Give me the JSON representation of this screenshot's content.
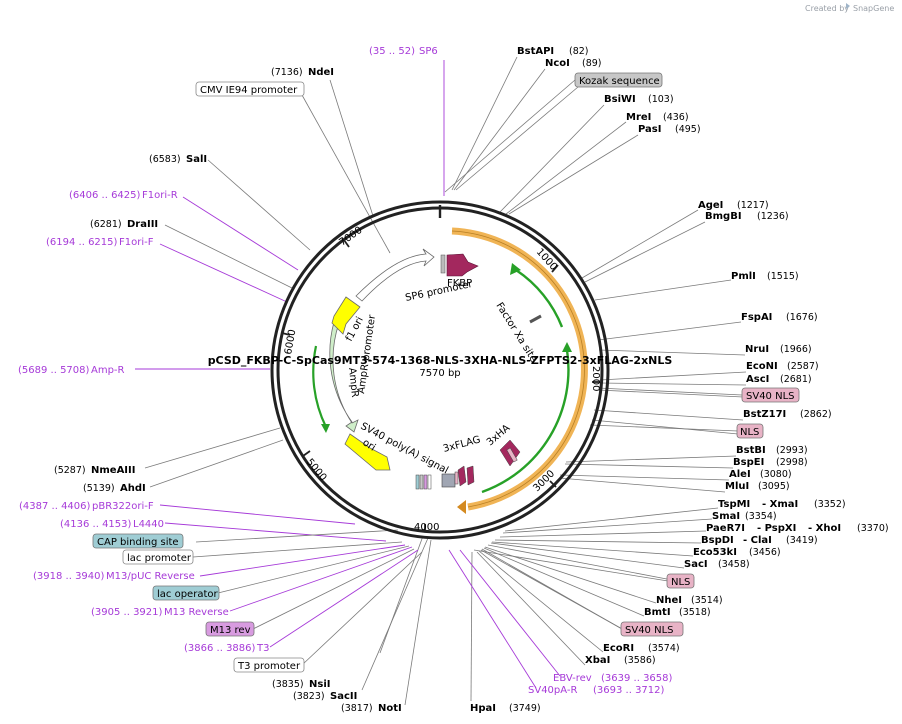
{
  "header": {
    "created_by": "Created by",
    "brand": "SnapGene"
  },
  "plasmid": {
    "name": "pCSD_FKBP-C-SpCas9MT3-574-1368-NLS-3XHA-NLS-ZFPTS2-3xFLAG-2xNLS",
    "size": "7570 bp"
  },
  "ticks": [
    "1000",
    "2000",
    "3000",
    "4000",
    "5000",
    "6000",
    "7000"
  ],
  "inner_labels": [
    "FKBP",
    "SP6 promoter",
    "Factor Xa site",
    "f1 ori",
    "AmpR promoter",
    "AmpR",
    "SV40 poly(A) signal",
    "ori",
    "3xFLAG",
    "3xHA"
  ],
  "colors": {
    "backbone": "#222222",
    "orange": "#f0b455",
    "green": "#27a127",
    "lightgreen": "#cfeec9",
    "yellow": "#ffff00",
    "fkbp": "#a3285e",
    "primer": "#a63ad8",
    "gray_box": "#c7c7c7",
    "pink_box": "#e8b3c6",
    "teal_box": "#9fcdd4",
    "purple_box": "#d89be0"
  },
  "sites": [
    {
      "name": "NdeI",
      "pos": "(7136)"
    },
    {
      "name": "SalI",
      "pos": "(6583)"
    },
    {
      "name": "DraIII",
      "pos": "(6281)"
    },
    {
      "name": "NmeAIII",
      "pos": "(5287)"
    },
    {
      "name": "AhdI",
      "pos": "(5139)"
    },
    {
      "name": "NsiI",
      "pos": "(3835)"
    },
    {
      "name": "SacII",
      "pos": "(3823)"
    },
    {
      "name": "NotI",
      "pos": "(3817)"
    },
    {
      "name": "HpaI",
      "pos": "(3749)"
    },
    {
      "name": "BstAPI",
      "pos": "(82)"
    },
    {
      "name": "NcoI",
      "pos": "(89)"
    },
    {
      "name": "BsiWI",
      "pos": "(103)"
    },
    {
      "name": "MreI",
      "pos": "(436)"
    },
    {
      "name": "PasI",
      "pos": "(495)"
    },
    {
      "name": "AgeI",
      "pos": "(1217)"
    },
    {
      "name": "BmgBI",
      "pos": "(1236)"
    },
    {
      "name": "PmlI",
      "pos": "(1515)"
    },
    {
      "name": "FspAI",
      "pos": "(1676)"
    },
    {
      "name": "NruI",
      "pos": "(1966)"
    },
    {
      "name": "EcoNI",
      "pos": "(2587)"
    },
    {
      "name": "AscI",
      "pos": "(2681)"
    },
    {
      "name": "BstZ17I",
      "pos": "(2862)"
    },
    {
      "name": "BstBI",
      "pos": "(2993)"
    },
    {
      "name": "BspEI",
      "pos": "(2998)"
    },
    {
      "name": "AleI",
      "pos": "(3080)"
    },
    {
      "name": "MluI",
      "pos": "(3095)"
    },
    {
      "name": "SmaI",
      "pos": "(3354)"
    },
    {
      "name": "Eco53kI",
      "pos": "(3456)"
    },
    {
      "name": "SacI",
      "pos": "(3458)"
    },
    {
      "name": "NheI",
      "pos": "(3514)"
    },
    {
      "name": "BmtI",
      "pos": "(3518)"
    },
    {
      "name": "EcoRI",
      "pos": "(3574)"
    },
    {
      "name": "XbaI",
      "pos": "(3586)"
    }
  ],
  "multi_sites": [
    {
      "a": "TspMI",
      "b": "- XmaI",
      "pos": "(3352)"
    },
    {
      "a": "PaeR7I",
      "b": "- PspXI",
      "c": "- XhoI",
      "pos": "(3370)"
    },
    {
      "a": "BspDI",
      "b": "- ClaI",
      "pos": "(3419)"
    }
  ],
  "primers": [
    {
      "range": "(35 .. 52)",
      "name": "SP6"
    },
    {
      "range": "(6406 .. 6425)",
      "name": "F1ori-R"
    },
    {
      "range": "(6194 .. 6215)",
      "name": "F1ori-F"
    },
    {
      "range": "(5689 .. 5708)",
      "name": "Amp-R"
    },
    {
      "range": "(4387 .. 4406)",
      "name": "pBR322ori-F"
    },
    {
      "range": "(4136 .. 4153)",
      "name": "L4440"
    },
    {
      "range": "(3918 .. 3940)",
      "name": "M13/pUC Reverse"
    },
    {
      "range": "(3905 .. 3921)",
      "name": "M13 Reverse"
    },
    {
      "range": "(3866 .. 3886)",
      "name": "T3"
    },
    {
      "range": "(3639 .. 3658)",
      "name": "EBV-rev"
    },
    {
      "range": "(3693 .. 3712)",
      "name": "SV40pA-R"
    }
  ],
  "feature_boxes": [
    {
      "name": "CMV IE94 promoter"
    },
    {
      "name": "Kozak sequence"
    },
    {
      "name": "SV40 NLS"
    },
    {
      "name": "NLS"
    },
    {
      "name": "CAP binding site"
    },
    {
      "name": "lac promoter"
    },
    {
      "name": "lac operator"
    },
    {
      "name": "M13 rev"
    },
    {
      "name": "T3 promoter"
    },
    {
      "name": "NLS"
    },
    {
      "name": "SV40 NLS"
    }
  ]
}
